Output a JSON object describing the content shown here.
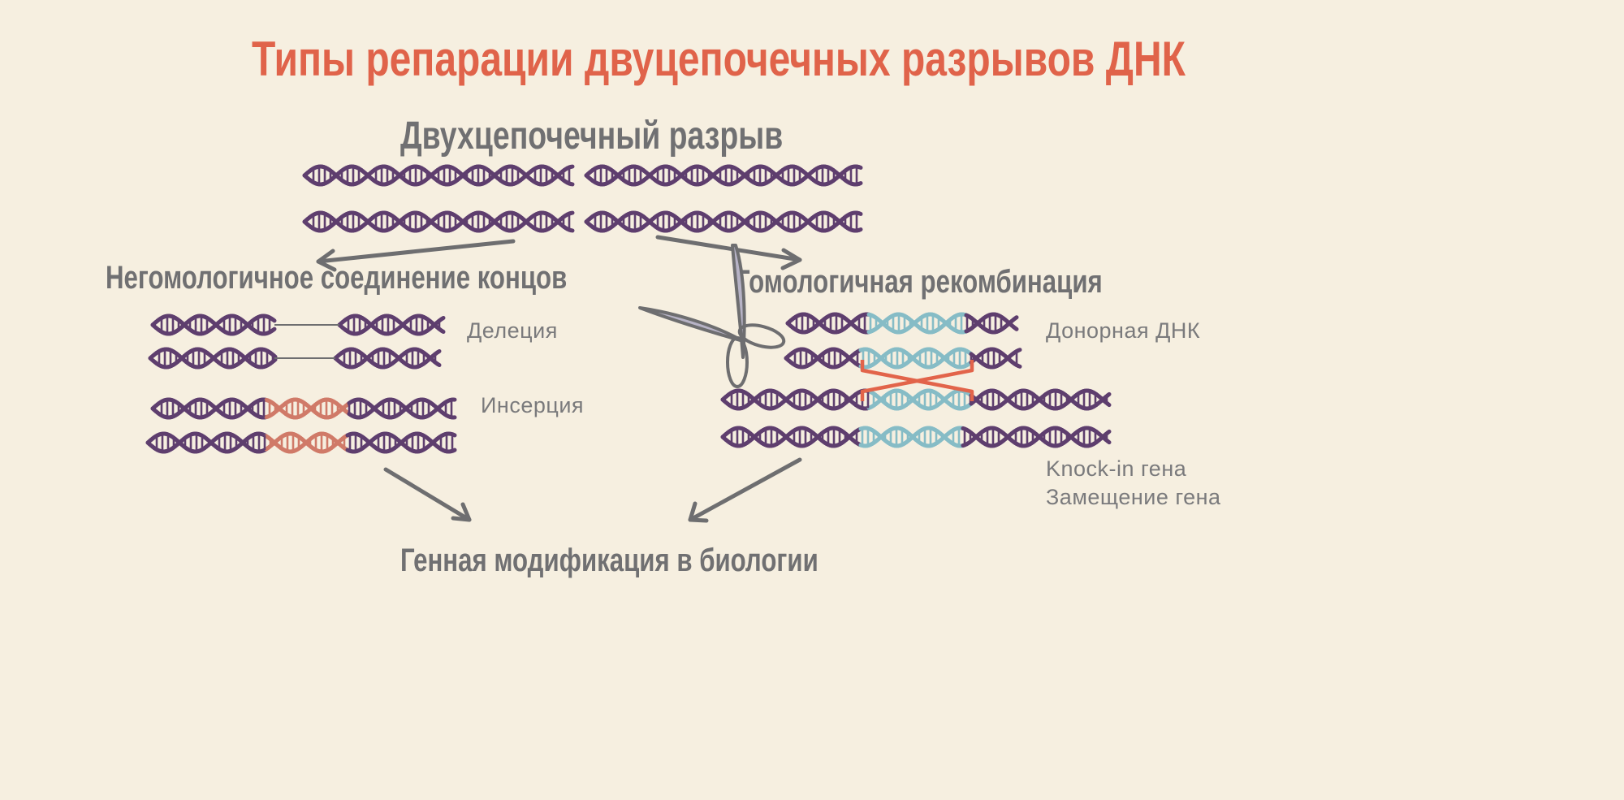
{
  "title": "Типы репарации двуцепочечных разрывов ДНК",
  "dsb_heading": "Двухцепочечный разрыв",
  "nhej": {
    "heading": "Негомологичное соединение концов",
    "deletion_label": "Делеция",
    "insertion_label": "Инсерция"
  },
  "hr": {
    "heading": "Гомологичная рекомбинация",
    "donor_label": "Донорная ДНК",
    "knockin_label": "Knock-in гена",
    "replacement_label": "Замещение гена"
  },
  "outcome": "Генная модификация в биологии",
  "colors": {
    "title": "#e0634a",
    "text": "#707072",
    "dna": "#5e3e6e",
    "donor_dna": "#86bcc6",
    "insert_dna": "#d07a68",
    "crossover": "#e2644a",
    "arrow": "#6e6e70",
    "background": "#f6efe0"
  }
}
